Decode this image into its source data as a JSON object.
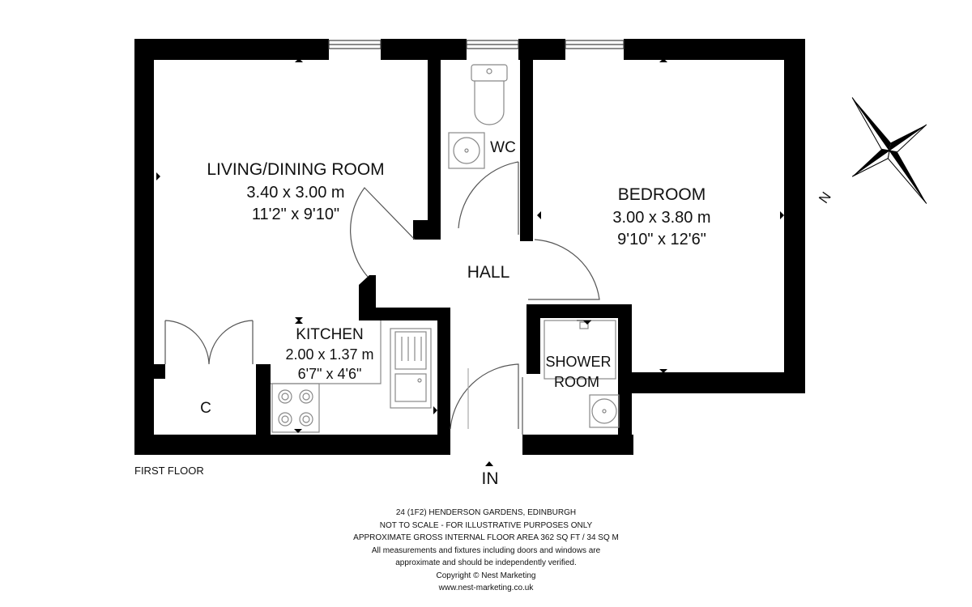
{
  "plan": {
    "floor_label": "FIRST FLOOR",
    "entrance_label": "IN",
    "compass_label": "N",
    "rooms": {
      "living": {
        "name": "LIVING/DINING ROOM",
        "metric": "3.40 x 3.00 m",
        "imperial": "11'2\" x 9'10\""
      },
      "bedroom": {
        "name": "BEDROOM",
        "metric": "3.00 x 3.80 m",
        "imperial": "9'10\" x 12'6\""
      },
      "kitchen": {
        "name": "KITCHEN",
        "metric": "2.00 x 1.37 m",
        "imperial": "6'7\" x 4'6\""
      },
      "hall": {
        "name": "HALL"
      },
      "wc": {
        "name": "WC"
      },
      "shower": {
        "name_line1": "SHOWER",
        "name_line2": "ROOM"
      },
      "cupboard": {
        "name": "C"
      }
    }
  },
  "footer": {
    "lines": [
      "24 (1F2) HENDERSON GARDENS, EDINBURGH",
      "NOT TO SCALE - FOR ILLUSTRATIVE PURPOSES ONLY",
      "APPROXIMATE GROSS INTERNAL FLOOR AREA 362 SQ FT / 34 SQ M",
      "All measurements and fixtures including doors and windows are",
      "approximate and should be independently verified.",
      "Copyright © Nest Marketing",
      "www.nest-marketing.co.uk"
    ]
  },
  "colors": {
    "wall": "#000000",
    "fixture": "#888888",
    "background": "#ffffff"
  }
}
